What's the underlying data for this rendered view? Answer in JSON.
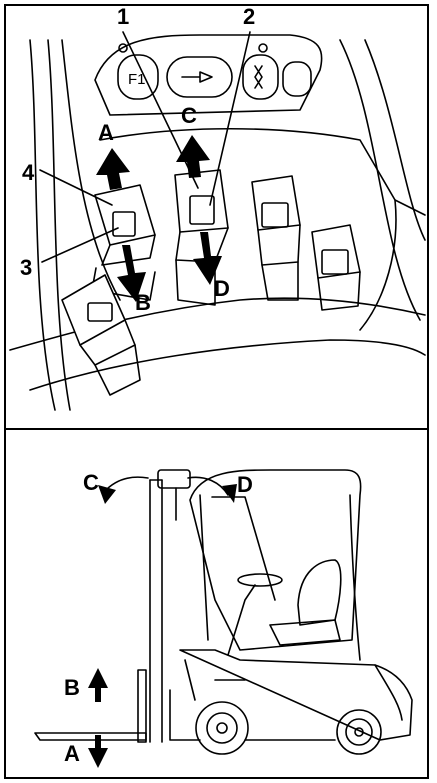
{
  "top_panel": {
    "callouts": [
      "1",
      "2",
      "3",
      "4"
    ],
    "arrows": {
      "a": "A",
      "b": "B",
      "c": "C",
      "d": "D"
    }
  },
  "bottom_panel": {
    "arrows": {
      "a": "A",
      "b": "B",
      "c": "C",
      "d": "D"
    }
  },
  "colors": {
    "line": "#000000",
    "fill": "#ffffff",
    "shade": "#d9d9d9"
  }
}
